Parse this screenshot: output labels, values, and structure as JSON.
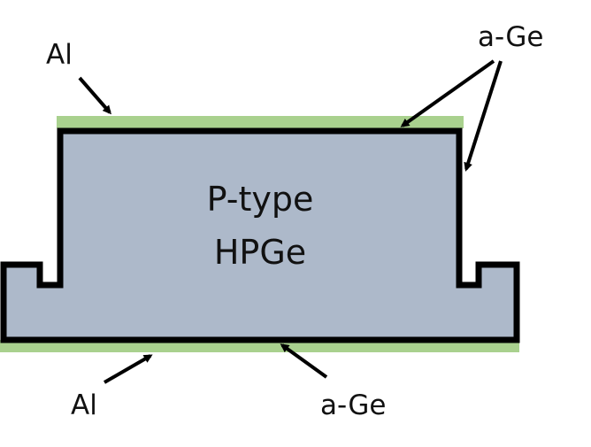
{
  "labels": {
    "top_left_al": "Al",
    "top_right_age": "a-Ge",
    "center_line1": "P-type",
    "center_line2": "HPGe",
    "bottom_left_al": "Al",
    "bottom_right_age": "a-Ge"
  },
  "colors": {
    "body_fill": "#adb9ca",
    "outline": "#000000",
    "al_layer": "#a9d18e",
    "text": "#111111"
  }
}
